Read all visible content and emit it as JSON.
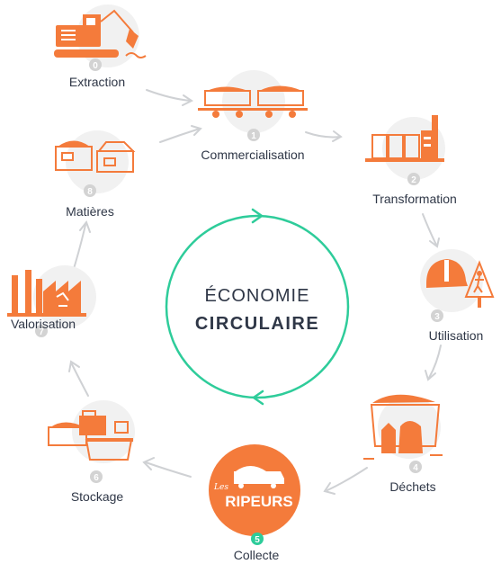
{
  "center": {
    "line1": "ÉCONOMIE",
    "line2": "CIRCULAIRE"
  },
  "accent_color": "#f47b3b",
  "cycle_color": "#2ecc9a",
  "steps": [
    {
      "number": "0",
      "label": "Extraction",
      "icon": "excavator-icon"
    },
    {
      "number": "1",
      "label": "Commercialisation",
      "icon": "rail-wagons-icon"
    },
    {
      "number": "2",
      "label": "Transformation",
      "icon": "factory-icon"
    },
    {
      "number": "3",
      "label": "Utilisation",
      "icon": "helmet-roadwork-icon"
    },
    {
      "number": "4",
      "label": "Déchets",
      "icon": "waste-container-icon"
    },
    {
      "number": "5",
      "label": "Collecte",
      "icon": "les-ripeurs-logo"
    },
    {
      "number": "6",
      "label": "Stockage",
      "icon": "storage-bins-icon"
    },
    {
      "number": "7",
      "label": "Valorisation",
      "icon": "recycling-plant-icon"
    },
    {
      "number": "8",
      "label": "Matières",
      "icon": "material-boxes-icon"
    }
  ],
  "logo": {
    "small": "Les",
    "big": "RIPEURS"
  }
}
